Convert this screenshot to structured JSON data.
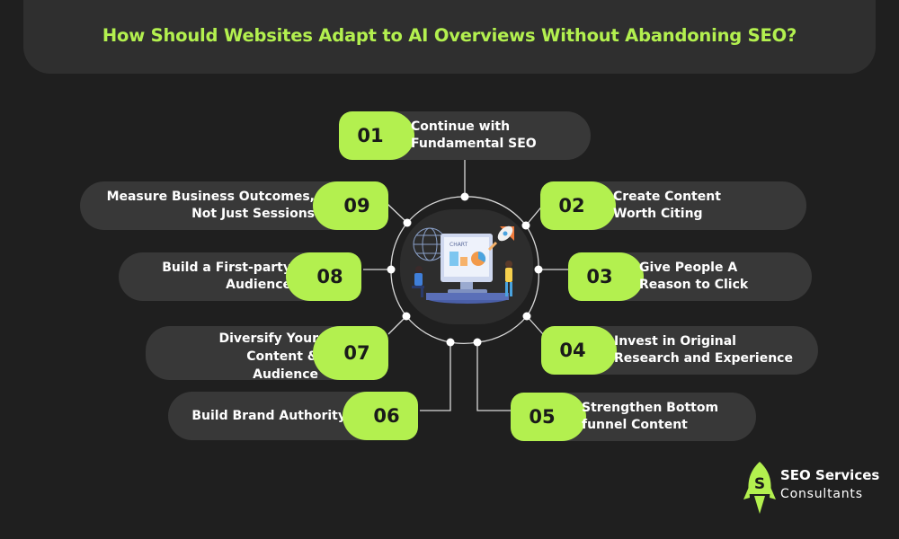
{
  "title": "How Should Websites Adapt to AI Overviews Without Abandoning SEO?",
  "steps": [
    {
      "num": "01",
      "line1": "Continue with",
      "line2": "Fundamental SEO"
    },
    {
      "num": "02",
      "line1": "Create Content",
      "line2": "Worth Citing"
    },
    {
      "num": "03",
      "line1": "Give People A",
      "line2": "Reason to Click"
    },
    {
      "num": "04",
      "line1": "Invest in Original",
      "line2": "Research and Experience"
    },
    {
      "num": "05",
      "line1": "Strengthen Bottom",
      "line2": "funnel Content"
    },
    {
      "num": "06",
      "line1": "Build Brand Authority",
      "line2": ""
    },
    {
      "num": "07",
      "line1": "Diversify Your",
      "line2": "Content &",
      "line3": "Audience"
    },
    {
      "num": "08",
      "line1": "Build a First-party",
      "line2": "Audience"
    },
    {
      "num": "09",
      "line1": "Measure Business Outcomes,",
      "line2": "Not Just Sessions"
    }
  ],
  "center_illustration": {
    "screen_text": "CHART"
  },
  "logo": {
    "icon": "rocket-s-icon",
    "line1": "SEO Services",
    "line2": "Consultants"
  },
  "colors": {
    "accent": "#b3f04f",
    "background": "#1f1f1f",
    "pill": "#383838",
    "header": "#2f2f2f"
  }
}
